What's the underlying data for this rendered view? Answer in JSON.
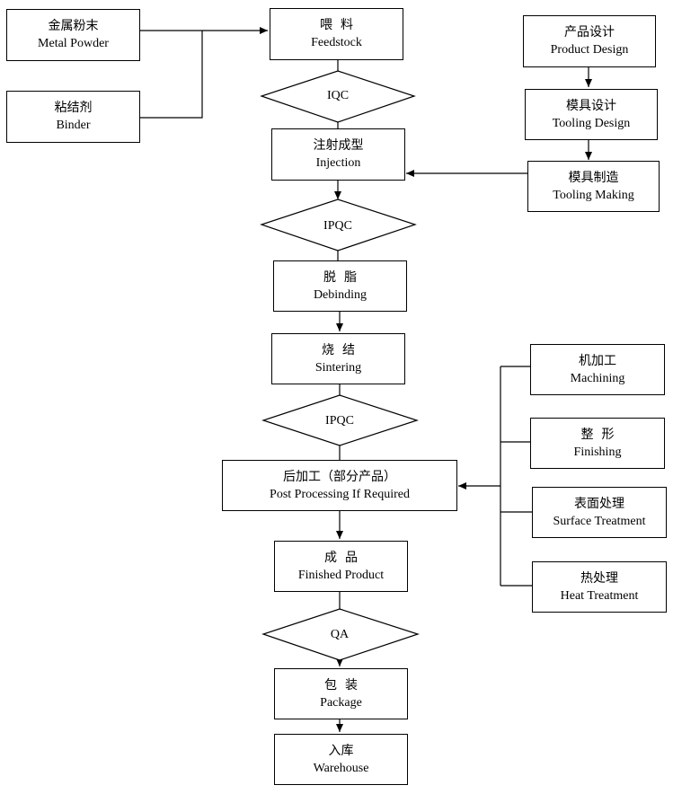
{
  "left": {
    "metal_powder": {
      "zh": "金属粉末",
      "en": "Metal Powder"
    },
    "binder": {
      "zh": "粘结剂",
      "en": "Binder"
    }
  },
  "main": {
    "feedstock": {
      "zh": "喂  料",
      "en": "Feedstock"
    },
    "iqc": "IQC",
    "injection": {
      "zh": "注射成型",
      "en": "Injection"
    },
    "ipqc1": "IPQC",
    "debinding": {
      "zh": "脱  脂",
      "en": "Debinding"
    },
    "sintering": {
      "zh": "烧  结",
      "en": "Sintering"
    },
    "ipqc2": "IPQC",
    "post_processing": {
      "zh": "后加工（部分产品）",
      "en": "Post Processing If Required"
    },
    "finished_product": {
      "zh": "成  品",
      "en": "Finished Product"
    },
    "qa": "QA",
    "package": {
      "zh": "包  装",
      "en": "Package"
    },
    "warehouse": {
      "zh": "入库",
      "en": "Warehouse"
    }
  },
  "tooling": {
    "product_design": {
      "zh": "产品设计",
      "en": "Product Design"
    },
    "tooling_design": {
      "zh": "模具设计",
      "en": "Tooling Design"
    },
    "tooling_making": {
      "zh": "模具制造",
      "en": "Tooling Making"
    }
  },
  "secondary": {
    "machining": {
      "zh": "机加工",
      "en": "Machining"
    },
    "finishing": {
      "zh": "整  形",
      "en": "Finishing"
    },
    "surface_treatment": {
      "zh": "表面处理",
      "en": "Surface Treatment"
    },
    "heat_treatment": {
      "zh": "热处理",
      "en": "Heat Treatment"
    }
  },
  "colors": {
    "stroke": "#000000",
    "fill": "#ffffff"
  }
}
